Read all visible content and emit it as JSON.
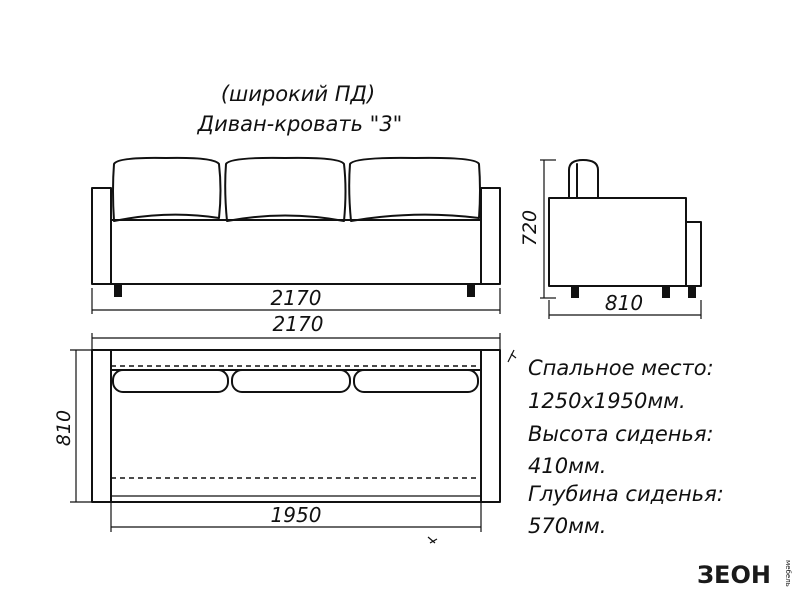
{
  "title": {
    "line1": "(широкий ПД)",
    "line2": "Диван-кровать \"3\""
  },
  "dimensions": {
    "front_width": "2170",
    "front_height": "720",
    "side_depth": "810",
    "plan_width": "2170",
    "plan_depth": "810",
    "sleep_width": "1950"
  },
  "specs": {
    "line1": "Спальное место:",
    "line2": "1250x1950мм.",
    "line3": "Высота сиденья:",
    "line4": "410мм.",
    "line5": "Глубина сиденья:",
    "line6": "570мм."
  },
  "brand": {
    "name": "ЗЕОН",
    "tag": "мебель"
  }
}
